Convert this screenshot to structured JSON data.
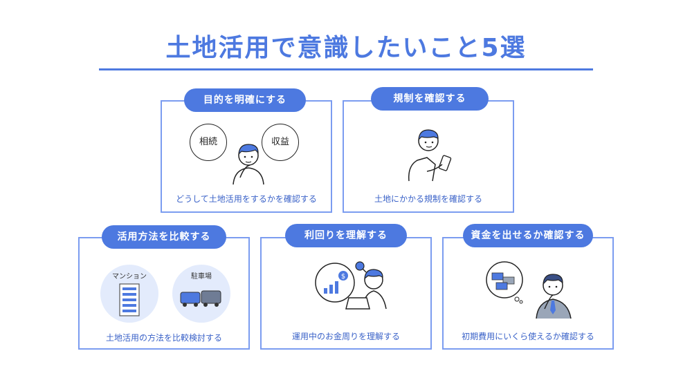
{
  "title": "土地活用で意識したいこと5選",
  "colors": {
    "accent": "#4d79e0",
    "border": "#7b9cf0",
    "light": "#e3ebfc"
  },
  "cards": [
    {
      "heading": "目的を明確にする",
      "caption": "どうして土地活用をするかを確認する",
      "bubbles": [
        "相続",
        "収益"
      ],
      "icons": [
        "thinking-person-icon"
      ]
    },
    {
      "heading": "規制を確認する",
      "caption": "土地にかかる規制を確認する",
      "icons": [
        "person-with-phone-icon"
      ]
    },
    {
      "heading": "活用方法を比較する",
      "caption": "土地活用の方法を比較検討する",
      "options": [
        "マンション",
        "駐車場"
      ],
      "icons": [
        "apartment-building-icon",
        "parking-lot-icon"
      ]
    },
    {
      "heading": "利回りを理解する",
      "caption": "運用中のお金周りを理解する",
      "icons": [
        "person-laptop-icon",
        "dollar-growth-icon"
      ]
    },
    {
      "heading": "資金を出せるか確認する",
      "caption": "初期費用にいくら使えるか確認する",
      "icons": [
        "businessman-thinking-icon",
        "money-stacks-icon"
      ]
    }
  ]
}
